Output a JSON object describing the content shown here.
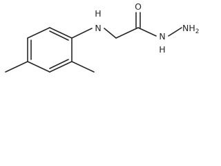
{
  "molecule": {
    "atoms": {
      "oxygen": "O",
      "amine_nh": "H",
      "amine_n": "N",
      "hydrazide_nh": "N",
      "hydrazide_h": "H",
      "terminal_nh2": "NH",
      "terminal_nh2_subscript": "2"
    }
  }
}
